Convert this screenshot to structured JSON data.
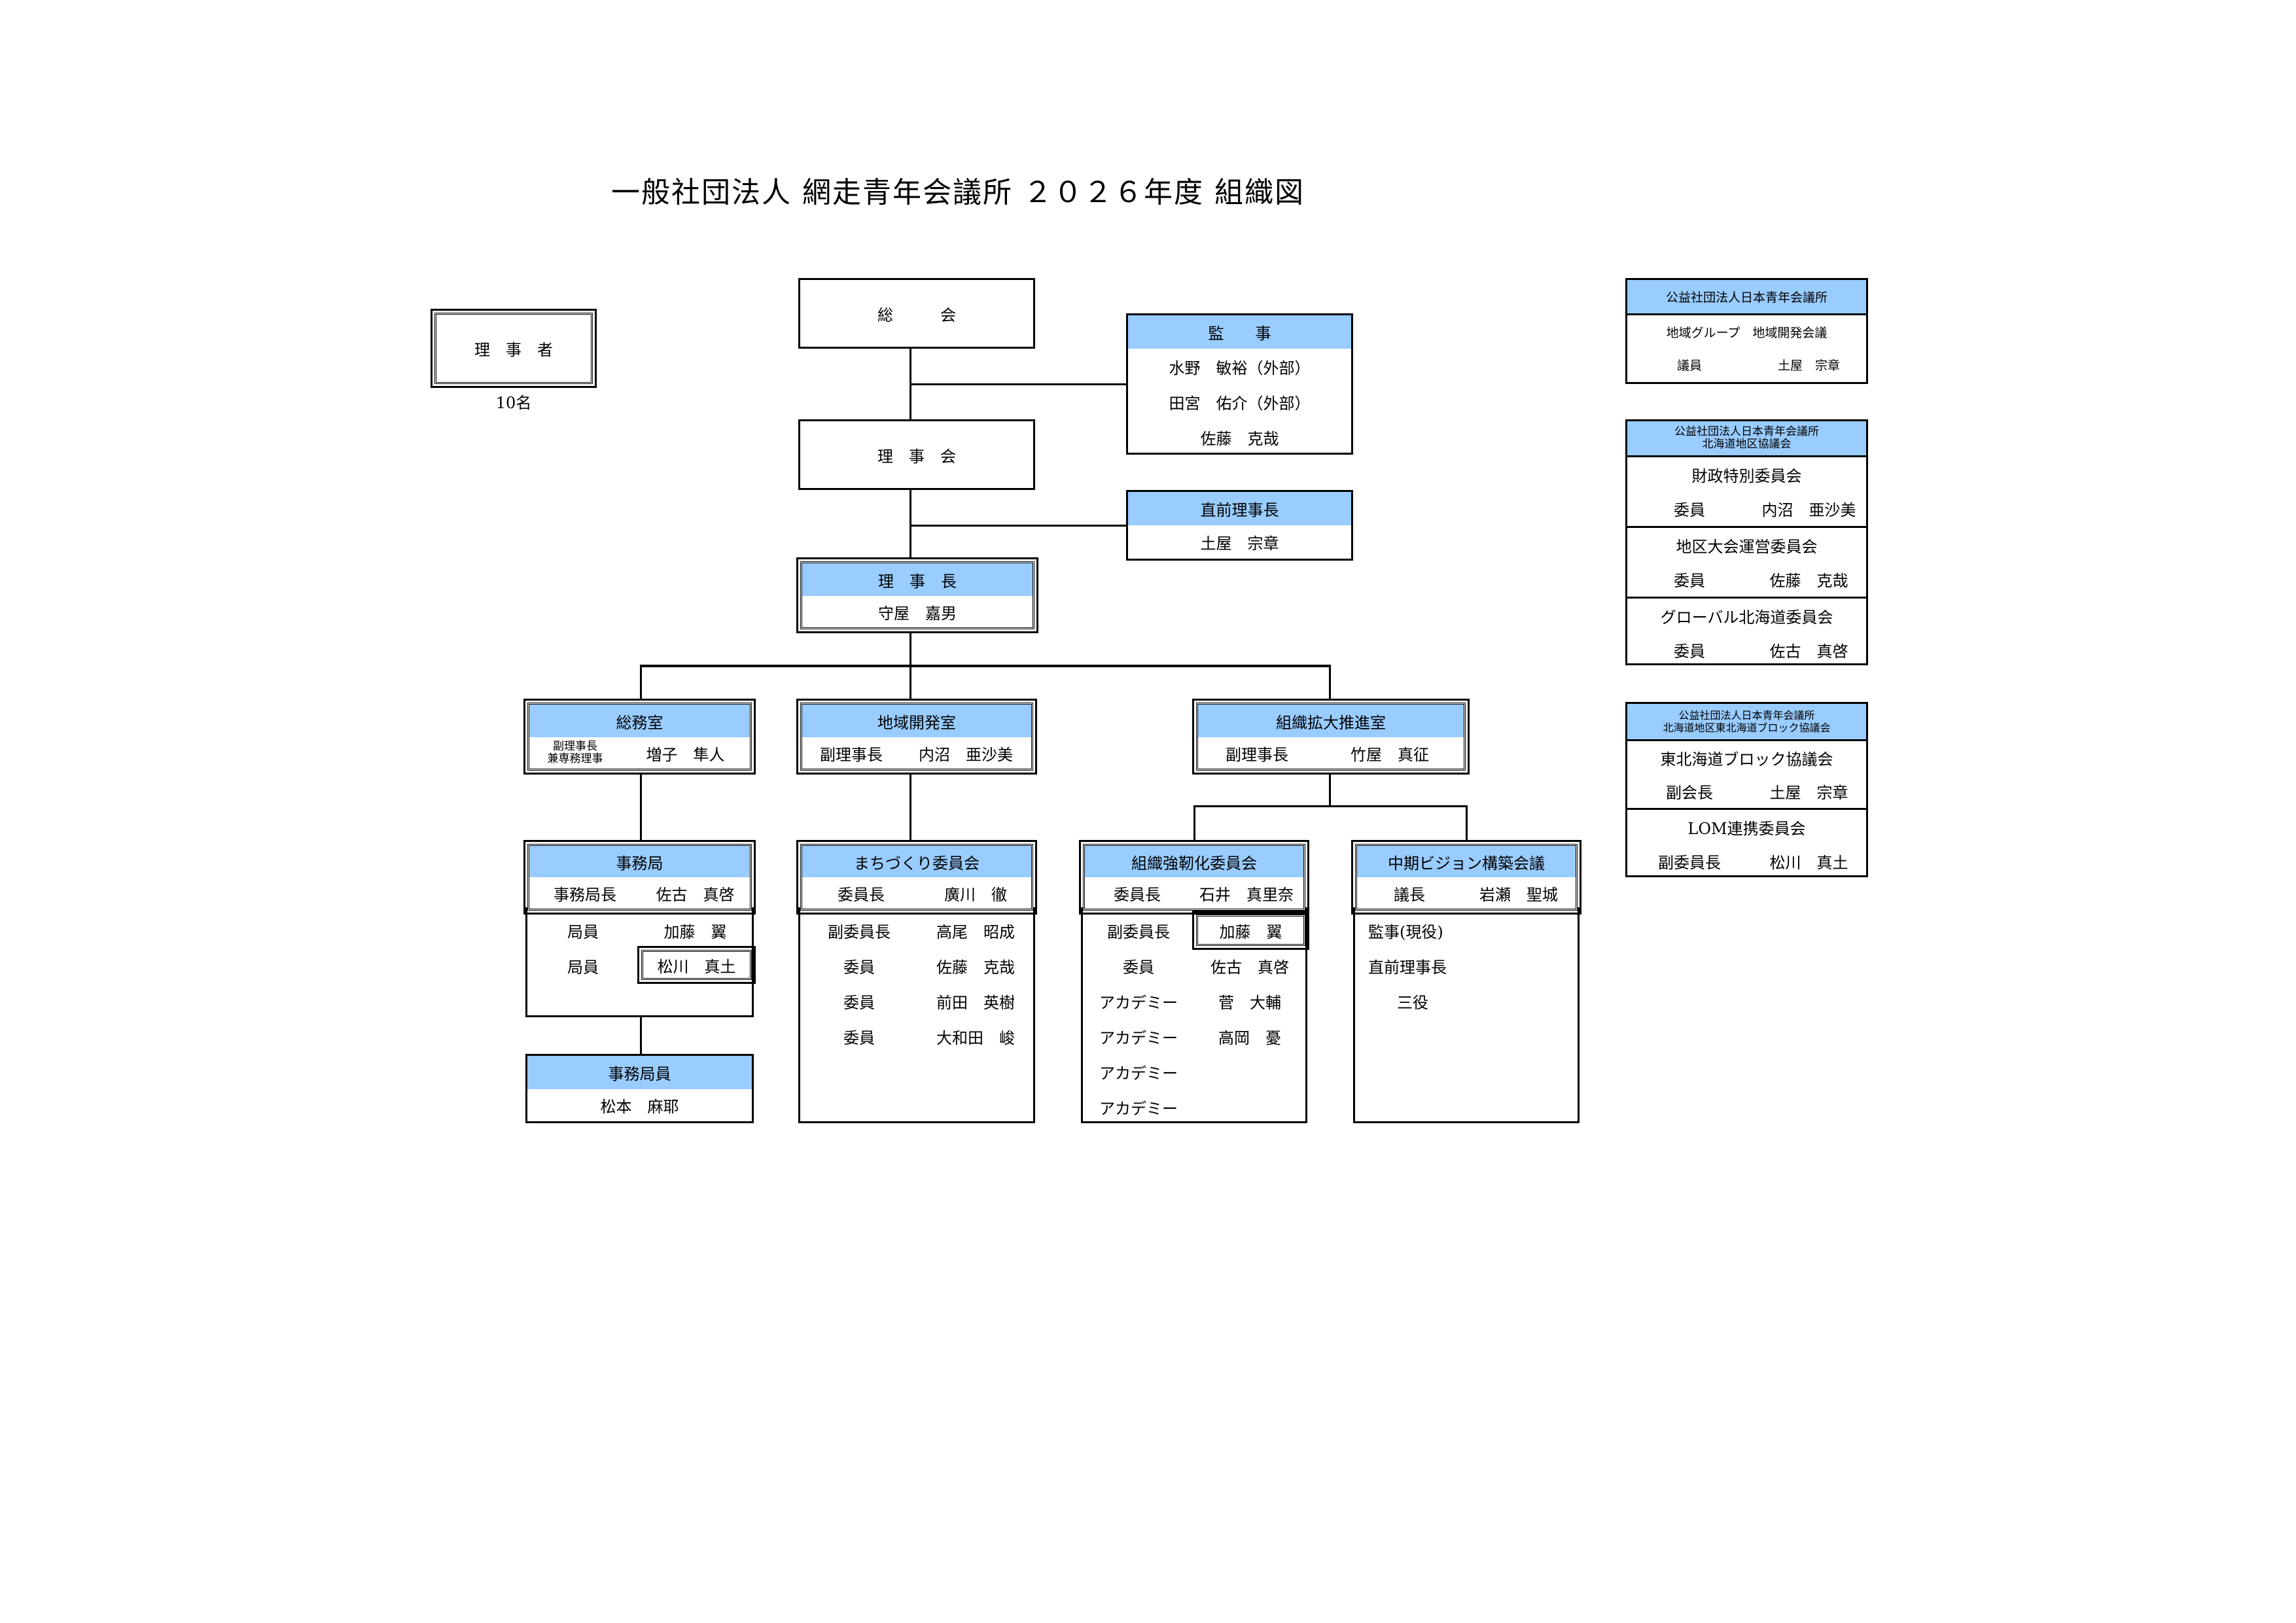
{
  "title": "一般社団法人 網走青年会議所 ２０２６年度 組織図",
  "header_color": "#99ccff",
  "directors": {
    "label": "理　事　者",
    "count": "10名"
  },
  "general_assembly": {
    "label": "総　　　会"
  },
  "board": {
    "label": "理　事　会"
  },
  "auditors": {
    "header": "監　　事",
    "members": [
      "水野　敏裕（外部）",
      "田宮　佑介（外部）",
      "佐藤　克哉"
    ]
  },
  "past_president": {
    "header": "直前理事長",
    "name": "土屋　宗章"
  },
  "president": {
    "header": "理　事　長",
    "name": "守屋　嘉男"
  },
  "offices": [
    {
      "header": "総務室",
      "role_line1": "副理事長",
      "role_line2": "兼専務理事",
      "name": "増子　隼人"
    },
    {
      "header": "地域開発室",
      "role": "副理事長",
      "name": "内沼　亜沙美"
    },
    {
      "header": "組織拡大推進室",
      "role": "副理事長",
      "name": "竹屋　真征"
    }
  ],
  "secretariat": {
    "header": "事務局",
    "lead_role": "事務局長",
    "lead_name": "佐古　真啓",
    "members": [
      {
        "role": "局員",
        "name": "加藤　翼"
      },
      {
        "role": "局員",
        "name": "松川　真土"
      }
    ]
  },
  "secretariat_staff": {
    "header": "事務局員",
    "name": "松本　麻耶"
  },
  "committees": [
    {
      "header": "まちづくり委員会",
      "lead_role": "委員長",
      "lead_name": "廣川　徹",
      "members": [
        {
          "role": "副委員長",
          "name": "高尾　昭成"
        },
        {
          "role": "委員",
          "name": "佐藤　克哉"
        },
        {
          "role": "委員",
          "name": "前田　英樹"
        },
        {
          "role": "委員",
          "name": "大和田　峻"
        }
      ]
    },
    {
      "header": "組織強靭化委員会",
      "lead_role": "委員長",
      "lead_name": "石井　真里奈",
      "members": [
        {
          "role": "副委員長",
          "name": "加藤　翼"
        },
        {
          "role": "委員",
          "name": "佐古　真啓"
        },
        {
          "role": "アカデミー",
          "name": "菅　大輔"
        },
        {
          "role": "アカデミー",
          "name": "高岡　憂"
        },
        {
          "role": "アカデミー",
          "name": ""
        },
        {
          "role": "アカデミー",
          "name": ""
        }
      ]
    },
    {
      "header": "中期ビジョン構築会議",
      "lead_role": "議長",
      "lead_name": "岩瀬　聖城",
      "members": [
        {
          "role": "監事(現役)"
        },
        {
          "role": "直前理事長"
        },
        {
          "role": "三役"
        }
      ]
    }
  ],
  "external": [
    {
      "header": "公益社団法人日本青年会議所",
      "org": "地域グループ　地域開発会議",
      "role": "議員",
      "name": "土屋　宗章"
    },
    {
      "header_line1": "公益社団法人日本青年会議所",
      "header_line2": "北海道地区協議会",
      "sections": [
        {
          "title": "財政特別委員会",
          "role": "委員",
          "name": "内沼　亜沙美"
        },
        {
          "title": "地区大会運営委員会",
          "role": "委員",
          "name": "佐藤　克哉"
        },
        {
          "title": "グローバル北海道委員会",
          "role": "委員",
          "name": "佐古　真啓"
        }
      ]
    },
    {
      "header_line1": "公益社団法人日本青年会議所",
      "header_line2": "北海道地区東北海道ブロック協議会",
      "sections": [
        {
          "title": "東北海道ブロック協議会",
          "role": "副会長",
          "name": "土屋　宗章"
        },
        {
          "title": "LOM連携委員会",
          "role": "副委員長",
          "name": "松川　真土"
        }
      ]
    }
  ]
}
